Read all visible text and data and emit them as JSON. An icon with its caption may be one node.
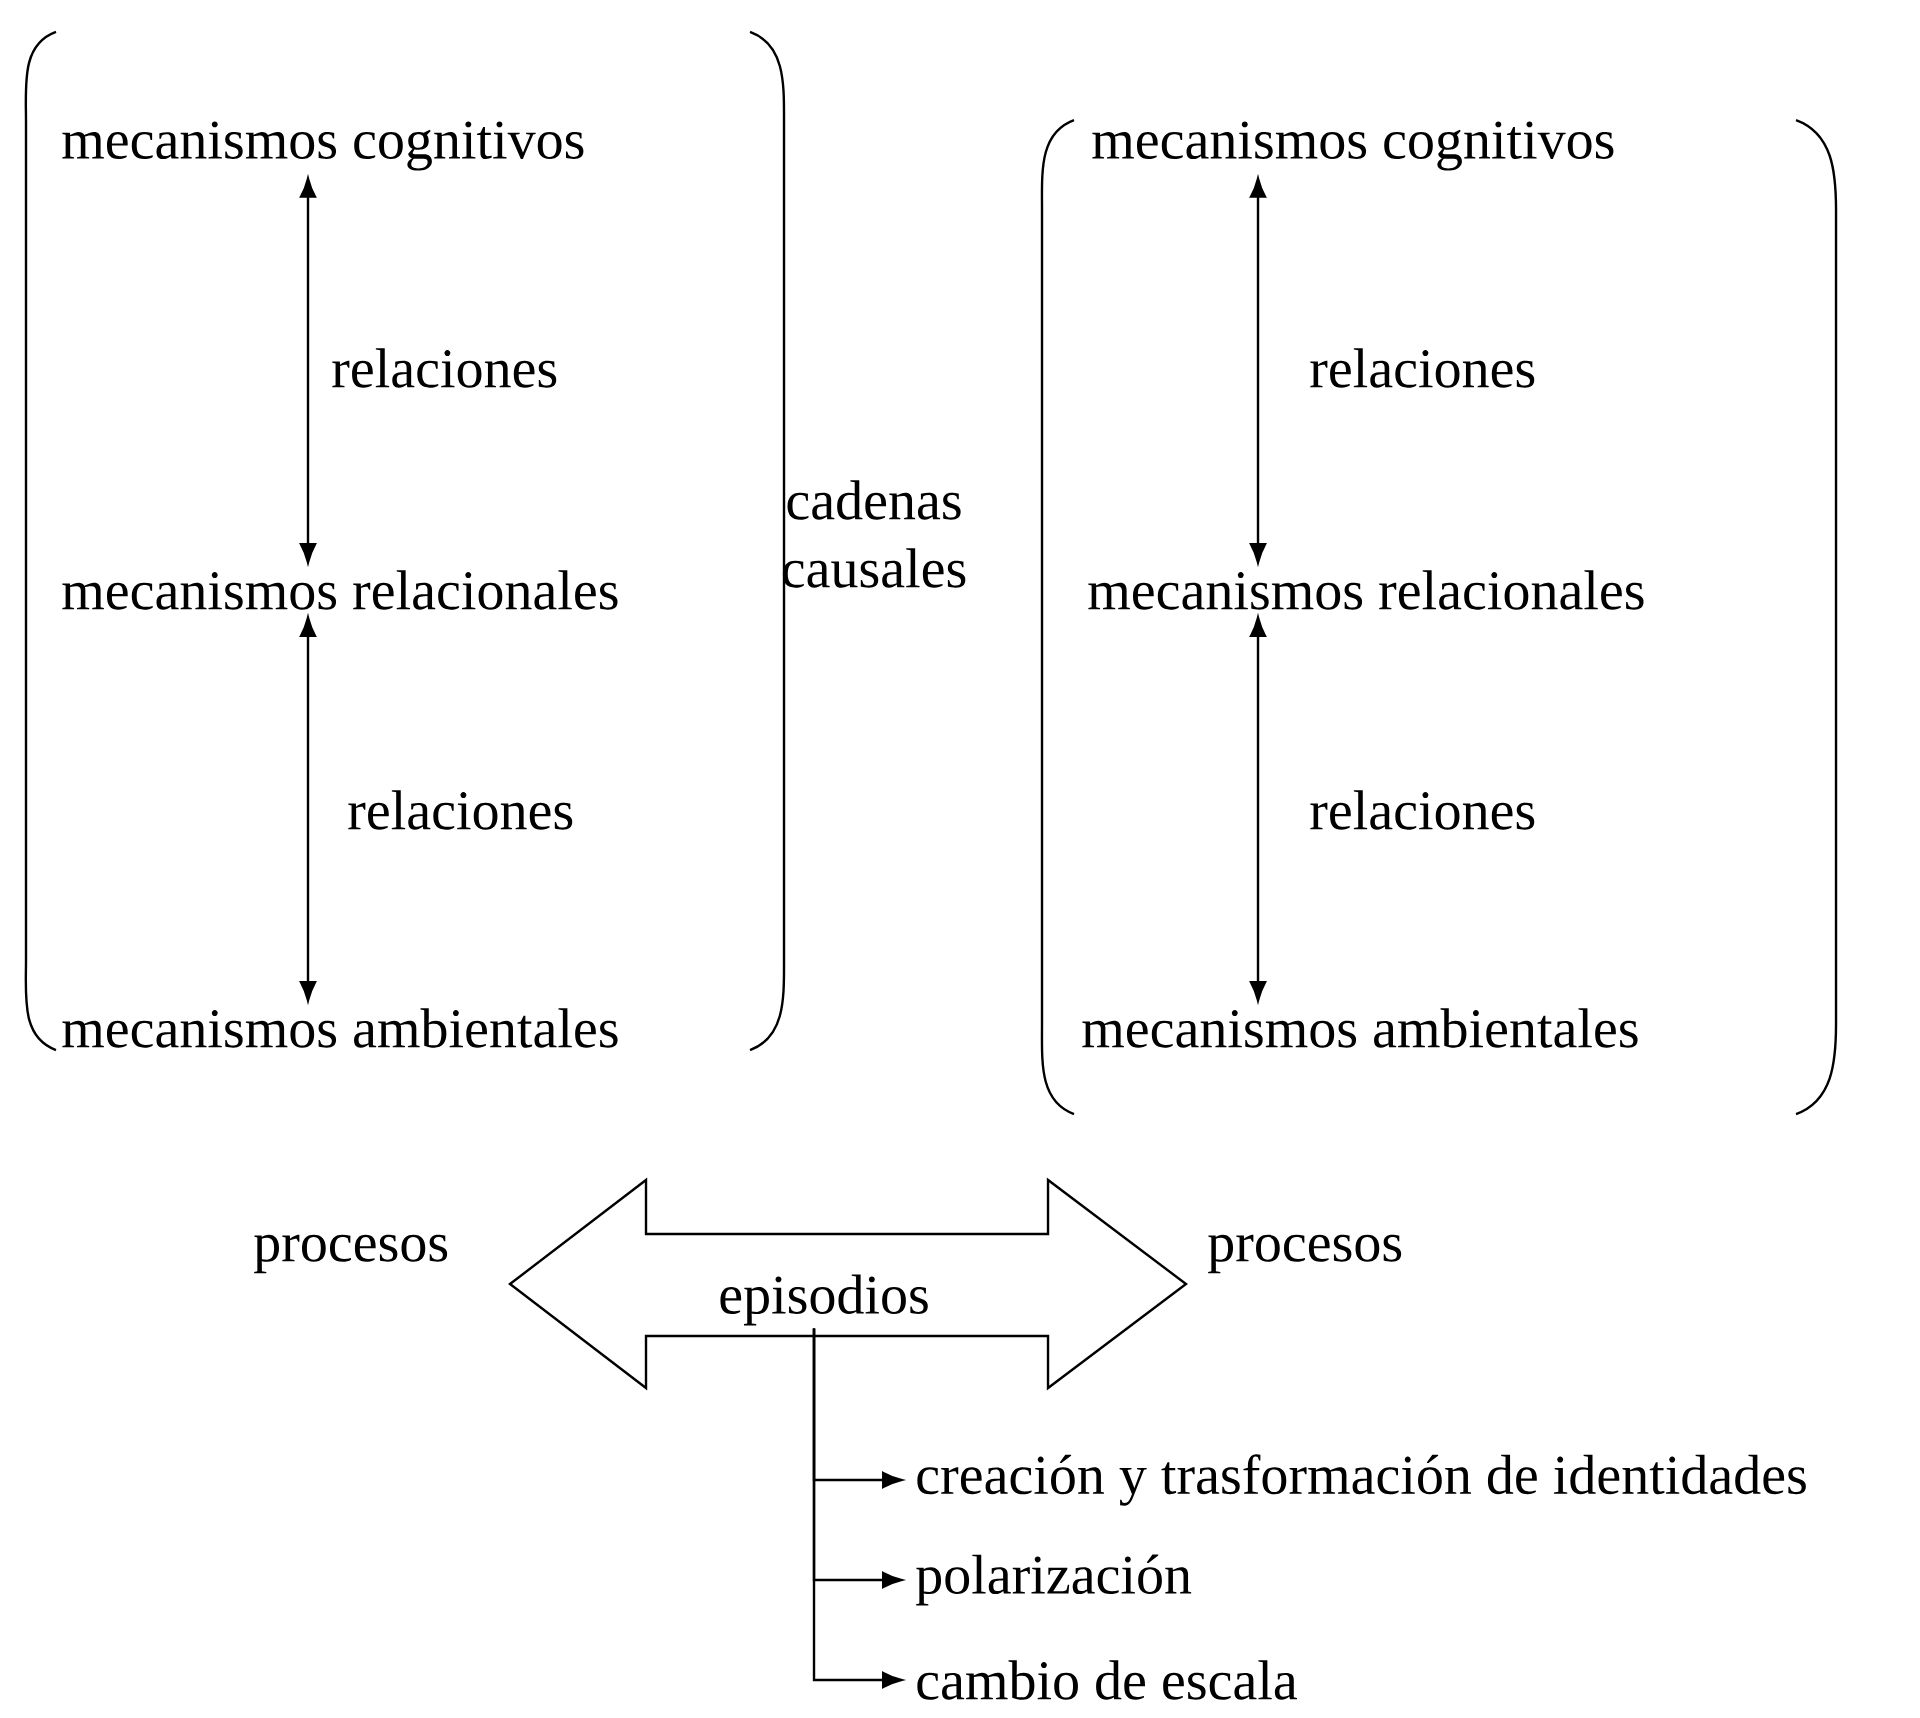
{
  "diagram": {
    "nodes": [
      {
        "text": [
          "mecanismos cognitivos"
        ]
      },
      {
        "text": [
          "mecanismos relacionales"
        ]
      },
      {
        "text": [
          "mecanismos ambientales"
        ]
      },
      {
        "text": [
          "mecanismos cognitivos"
        ]
      },
      {
        "text": [
          "mecanismos relacionales"
        ]
      },
      {
        "text": [
          "mecanismos ambientales"
        ]
      },
      {
        "text": [
          "procesos"
        ]
      },
      {
        "text": [
          "episodios"
        ]
      },
      {
        "text": [
          "procesos"
        ]
      },
      {
        "text": [
          "creación y trasformación de identidades"
        ]
      },
      {
        "text": [
          "polarización"
        ]
      },
      {
        "text": [
          "cambio de escala"
        ]
      }
    ],
    "edges": [
      {
        "from": 0,
        "to": 1,
        "arrow": "both",
        "label": "relaciones"
      },
      {
        "from": 1,
        "to": 2,
        "arrow": "both",
        "label": "relaciones"
      },
      {
        "from": 3,
        "to": 4,
        "arrow": "both",
        "label": "relaciones"
      },
      {
        "from": 4,
        "to": 5,
        "arrow": "both",
        "label": "relaciones"
      },
      {
        "from": 7,
        "to": 9,
        "arrow": "to"
      },
      {
        "from": 7,
        "to": 10,
        "arrow": "to"
      },
      {
        "from": 7,
        "to": 11,
        "arrow": "to"
      }
    ],
    "labels": [
      "cadenas causales"
    ]
  }
}
